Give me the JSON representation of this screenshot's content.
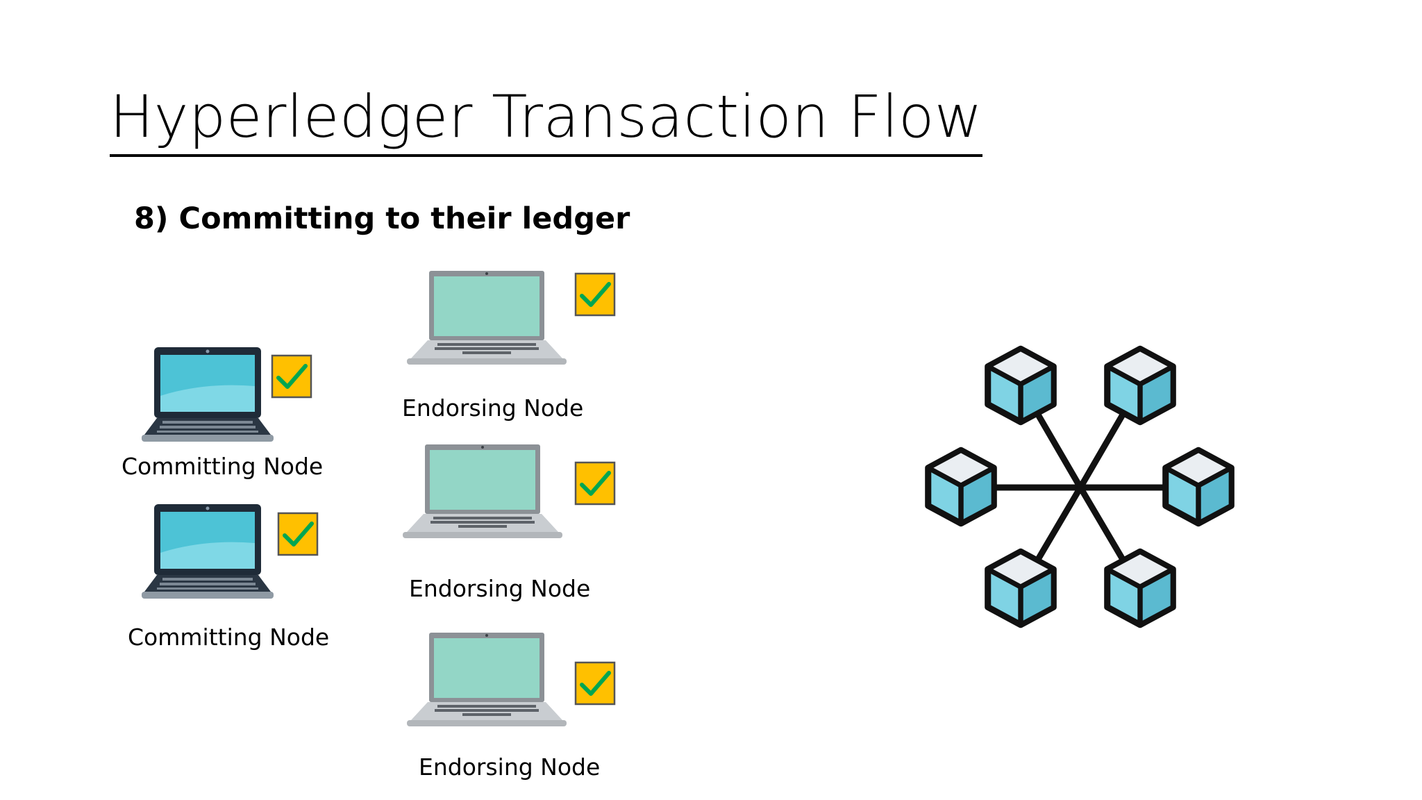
{
  "slide": {
    "title": "Hyperledger Transaction Flow",
    "step": "8) Committing to their ledger"
  },
  "nodes": {
    "committing_1": {
      "label": "Committing Node"
    },
    "committing_2": {
      "label": "Committing Node"
    },
    "endorsing_1": {
      "label": "Endorsing Node"
    },
    "endorsing_2": {
      "label": "Endorsing Node"
    },
    "endorsing_3": {
      "label": "Endorsing Node"
    }
  },
  "colors": {
    "checkbox_fill": "#FFC000",
    "check_mark": "#00A651",
    "committing_screen": "#4DC3D6",
    "endorsing_screen": "#93D6C6",
    "cube_fill": "#7FD3E4"
  },
  "icons": {
    "committing_node": "laptop-dark-icon",
    "endorsing_node": "laptop-silver-icon",
    "status": "checkbox-checked-icon",
    "ledger": "blockchain-network-icon"
  }
}
